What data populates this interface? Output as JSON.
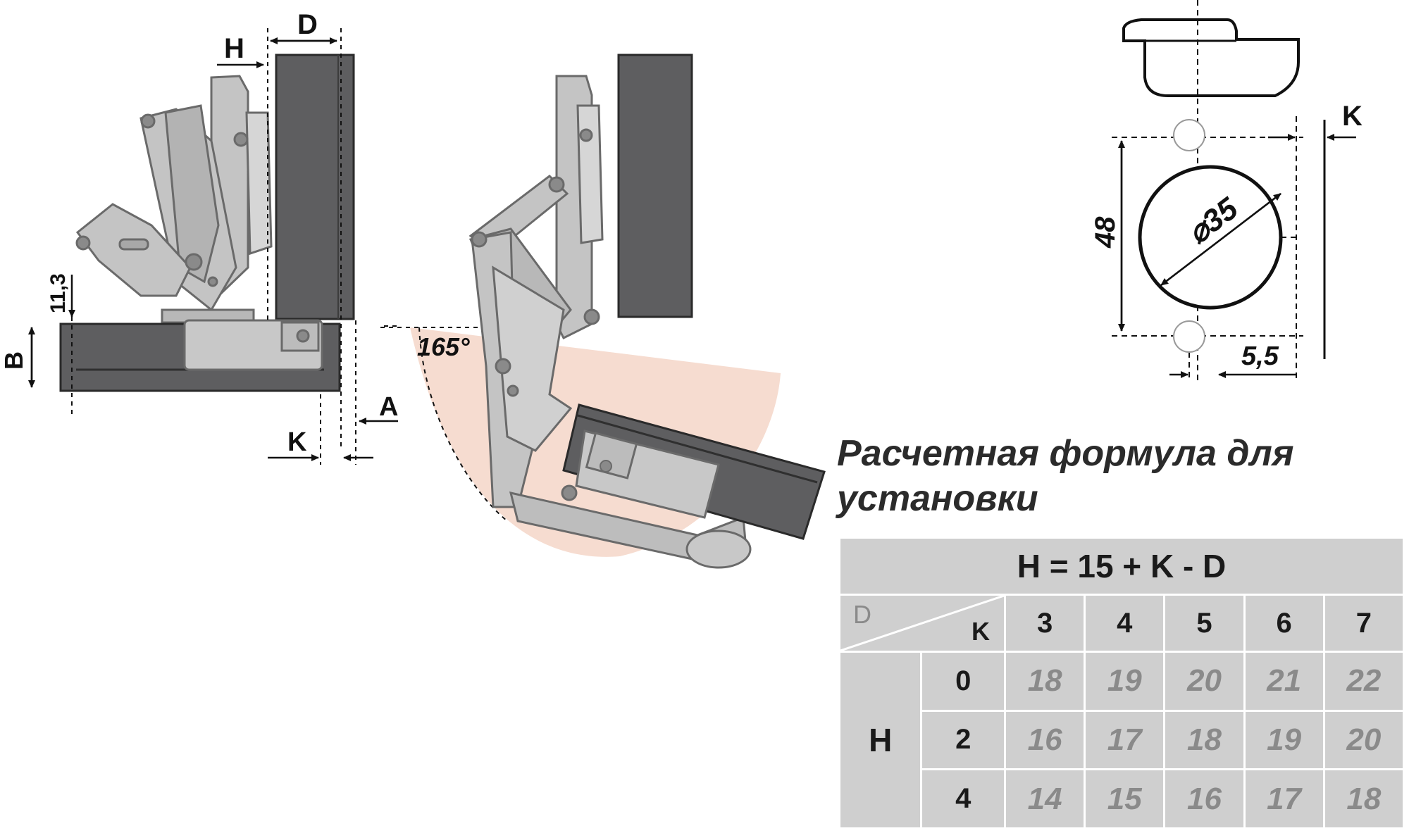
{
  "labels": {
    "H": "H",
    "D": "D",
    "B": "B",
    "A": "A",
    "K_left": "K",
    "K_right": "K",
    "dim_11_3": "11,3",
    "angle": "165°",
    "dim_48": "48",
    "dim_35": "⌀35",
    "dim_5_5": "5,5"
  },
  "formula_title": "Расчетная формула для установки",
  "table": {
    "formula": "H = 15 + K - D",
    "corner_d": "D",
    "corner_k": "K",
    "d_values": [
      "3",
      "4",
      "5",
      "6",
      "7"
    ],
    "h_label": "H",
    "rows": [
      {
        "k": "0",
        "values": [
          "18",
          "19",
          "20",
          "21",
          "22"
        ]
      },
      {
        "k": "2",
        "values": [
          "16",
          "17",
          "18",
          "19",
          "20"
        ]
      },
      {
        "k": "4",
        "values": [
          "14",
          "15",
          "16",
          "17",
          "18"
        ]
      }
    ]
  },
  "colors": {
    "panel_dark": "#5e5e60",
    "hinge_gray": "#c4c4c4",
    "swing_arc": "#f6dcd0",
    "table_bg": "#cfcfcf"
  }
}
